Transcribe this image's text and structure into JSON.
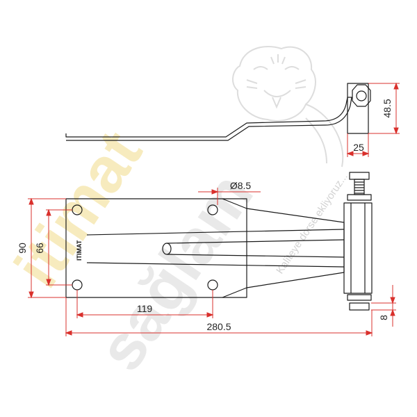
{
  "watermark": {
    "brand_yellow": "itimat",
    "brand_gray": "sağlam",
    "slogan": "Kaliteye dorse ekliyoruz...",
    "tiger": "tiger-head-logo"
  },
  "part": {
    "engraving": "ITIMAT"
  },
  "dimensions": {
    "height_top_view": "48.5",
    "pin_width": "25",
    "hole_diameter": "Ø8.5",
    "overall_height": "90",
    "hole_spacing_vertical": "66",
    "hole_spacing_horizontal": "119",
    "overall_length": "280.5",
    "nut_height": "8"
  },
  "colors": {
    "outline": "#1a1a1a",
    "dimension_line": "#d9302c",
    "watermark_yellow": "#f2dc8a",
    "watermark_gray": "#d8d8d8"
  }
}
